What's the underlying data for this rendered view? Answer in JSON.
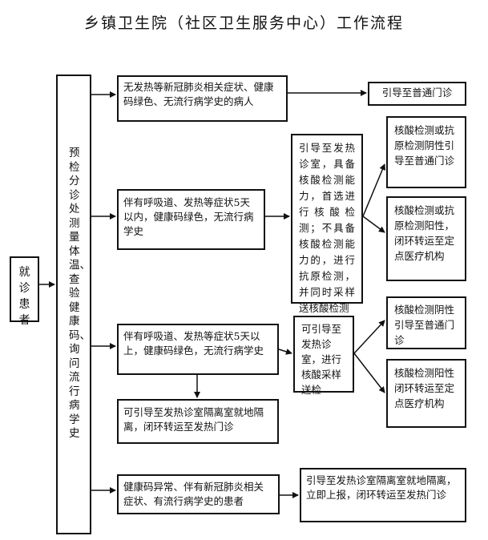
{
  "title": "乡镇卫生院（社区卫生服务中心）工作流程",
  "patient": "就诊患者",
  "triage": "预检分诊处测量体温、查验健康码、询问流行病学史",
  "cases": [
    {
      "condition": "无发热等新冠肺炎相关症状、健康码绿色、无流行病学史的病人",
      "action": "引导至普通门诊"
    },
    {
      "condition": "伴有呼吸道、发热等症状5天以内，健康码绿色，无流行病学史",
      "action": "引导至发热诊室，具备核酸检测能力，首选进行核酸检测；不具备核酸检测能力的，进行抗原检测，并同时采样送核酸检测",
      "outcomes": [
        "核酸检测或抗原检测阴性引导至普通门诊",
        "核酸检测或抗原检测阳性，闭环转运至定点医疗机构"
      ]
    },
    {
      "condition": "伴有呼吸道、发热等症状5天以上，健康码绿色，无流行病学史",
      "action": "可引导至发热诊室，进行核酸采样送检",
      "alternative": "可引导至发热诊室隔离室就地隔离，闭环转运至发热门诊",
      "outcomes": [
        "核酸检测阴性引导至普通门诊",
        "核酸检测阳性闭环转运至定点医疗机构"
      ]
    },
    {
      "condition": "健康码异常、伴有新冠肺炎相关症状、有流行病学史的患者",
      "action": "引导至发热诊室隔离室就地隔离，立即上报，闭环转运至发热门诊"
    }
  ]
}
